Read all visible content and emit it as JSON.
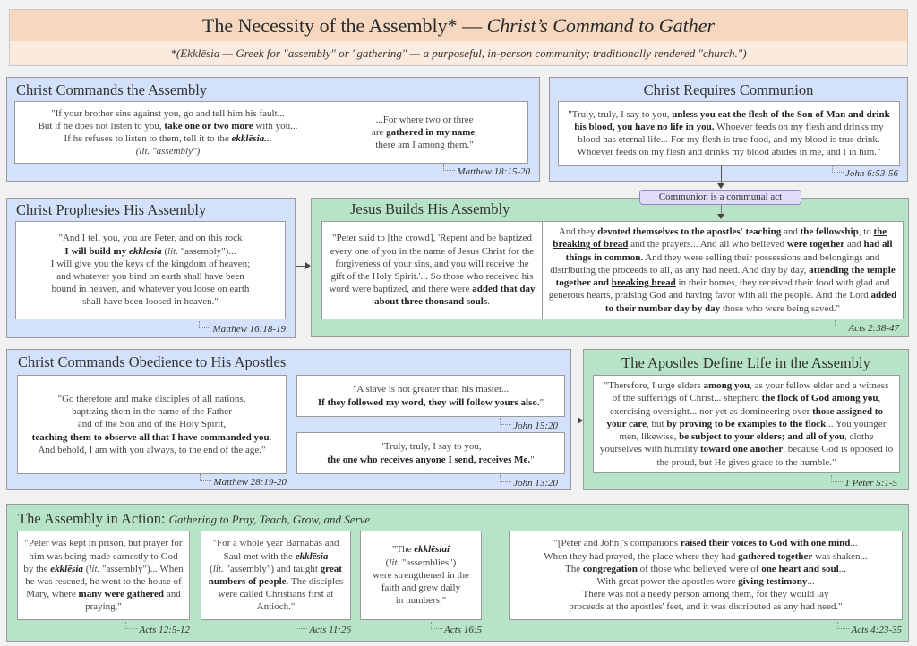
{
  "header": {
    "title_main": "The Necessity of the Assembly* — ",
    "title_italic": "Christ’s Command to Gather",
    "subtitle": "*(Ekklēsia — Greek for \"assembly\" or \"gathering\" — a purposeful, in-person community; traditionally rendered \"church.\")"
  },
  "colors": {
    "blue_panel": "#d3e2fa",
    "green_panel": "#b7e4c6",
    "header": "#f5d8bf",
    "pill": "#e2dbfa"
  },
  "panels": {
    "commands": {
      "title": "Christ Commands the Assembly",
      "quotes": [
        [
          [
            "\"If your brother sins against you, go and tell him his fault...\nBut if he does not listen to you, ",
            ""
          ],
          [
            "take one or two more",
            "b"
          ],
          [
            " with you...\nIf he refuses to listen to them, tell it to the ",
            ""
          ],
          [
            "ekklēsia...",
            "bi"
          ],
          [
            "\n",
            ""
          ],
          [
            "(lit. \"assembly\")",
            "i"
          ]
        ],
        [
          [
            "...For where two or three\nare ",
            ""
          ],
          [
            "gathered in my name",
            "b"
          ],
          [
            ",\nthere am I among them.\"",
            ""
          ]
        ]
      ],
      "citation": "Matthew 18:15-20"
    },
    "communion": {
      "title": "Christ Requires Communion",
      "quote": [
        [
          "\"Truly, truly, I say to you, ",
          ""
        ],
        [
          "unless you eat the flesh of the Son of Man and drink his blood, you have no life in you.",
          "b"
        ],
        [
          " Whoever feeds on my flesh and drinks my blood has eternal life... For my flesh is true food, and my blood is true drink. Whoever feeds on my flesh and drinks my blood abides in me, and I in him.\"",
          ""
        ]
      ],
      "citation": "John 6:53-56",
      "connector_label": "Communion is a communal act"
    },
    "prophesies": {
      "title": "Christ Prophesies His Assembly",
      "quote": [
        [
          "\"And I tell you, you are Peter, and on this rock\n",
          ""
        ],
        [
          "I will build my ",
          "b"
        ],
        [
          "ekklesia",
          "bi"
        ],
        [
          " (",
          ""
        ],
        [
          "lit.",
          "i"
        ],
        [
          " \"assembly\")...\nI will give you the keys of the kingdom of heaven;\nand whatever you bind on earth shall have been\nbound in heaven, and whatever you loose on earth\nshall have been loosed in heaven.\"",
          ""
        ]
      ],
      "citation": "Matthew 16:18-19"
    },
    "builds": {
      "title": "Jesus Builds His Assembly",
      "quotes": [
        [
          [
            "\"Peter said to [the crowd], 'Repent and be baptized every one of you in the name of Jesus Christ for the forgiveness of your sins, and you will receive the gift of the Holy Spirit.'... So those who received his word were baptized, and there were ",
            ""
          ],
          [
            "added that day about three thousand souls",
            "b"
          ],
          [
            ".",
            ""
          ]
        ],
        [
          [
            "And they ",
            ""
          ],
          [
            "devoted themselves to the apostles' teaching",
            "b"
          ],
          [
            " and ",
            ""
          ],
          [
            "the fellowship",
            "b"
          ],
          [
            ", to ",
            ""
          ],
          [
            "the breaking of bread",
            "bu"
          ],
          [
            " and the prayers... And all who believed ",
            ""
          ],
          [
            "were together",
            "b"
          ],
          [
            " and ",
            ""
          ],
          [
            "had all things in common.",
            "b"
          ],
          [
            " And they were selling their possessions and belongings and distributing the proceeds to all, as any had need. And day by day, ",
            ""
          ],
          [
            "attending the temple together and ",
            "b"
          ],
          [
            "breaking bread",
            "bu"
          ],
          [
            " in their homes, they received their food with glad and generous hearts, praising God and having favor with all the people. And the Lord ",
            ""
          ],
          [
            "added to their number day by day",
            "b"
          ],
          [
            " those who were being saved.\"",
            ""
          ]
        ]
      ],
      "citation": "Acts 2:38-47"
    },
    "obedience": {
      "title": "Christ Commands Obedience to His Apostles",
      "quotes": [
        {
          "text": [
            [
              "\"Go therefore and make disciples of all nations,\nbaptizing them in the name of the Father\nand of the Son and of the Holy Spirit,\n",
              ""
            ],
            [
              "teaching them to observe all that I have commanded you",
              "b"
            ],
            [
              ".\nAnd behold, I am with you always, to the end of the age.\"",
              ""
            ]
          ],
          "citation": "Matthew 28:19-20"
        },
        {
          "text": [
            [
              "\"A slave is not greater than his master...\n",
              ""
            ],
            [
              "If they followed my word, they will follow yours also.",
              "b"
            ],
            [
              "\"",
              ""
            ]
          ],
          "citation": "John 15:20"
        },
        {
          "text": [
            [
              "\"Truly, truly, I say to you,\n",
              ""
            ],
            [
              "the one who receives anyone I send, receives Me.",
              "b"
            ],
            [
              "\"",
              ""
            ]
          ],
          "citation": "John 13:20"
        }
      ]
    },
    "apostles_life": {
      "title": "The Apostles Define Life in the Assembly",
      "quote": [
        [
          "\"Therefore, I urge elders ",
          ""
        ],
        [
          "among you",
          "b"
        ],
        [
          ", as your fellow elder and a witness of the sufferings of Christ... shepherd ",
          ""
        ],
        [
          "the flock of God among you",
          "b"
        ],
        [
          ", exercising oversight... nor yet as domineering over ",
          ""
        ],
        [
          "those assigned to your care",
          "b"
        ],
        [
          ", but ",
          ""
        ],
        [
          "by proving to be examples  to the flock",
          "b"
        ],
        [
          "... You younger men, likewise, ",
          ""
        ],
        [
          "be subject to your elders; and all of you",
          "b"
        ],
        [
          ", clothe yourselves with humility ",
          ""
        ],
        [
          "toward one another",
          "b"
        ],
        [
          ", because God is opposed to the proud, but He gives grace to the humble.\"",
          ""
        ]
      ],
      "citation": "1 Peter 5:1-5"
    },
    "in_action": {
      "title": "The Assembly in Action: ",
      "subtitle": "Gathering to Pray, Teach, Grow, and Serve",
      "quotes": [
        {
          "text": [
            [
              "\"Peter was kept in prison, but prayer for him was being made earnestly to God by the ",
              ""
            ],
            [
              "ekklēsia",
              "bi"
            ],
            [
              " (",
              ""
            ],
            [
              "lit.",
              "i"
            ],
            [
              " \"assembly\")... When he was rescued, he went to the house of Mary, where ",
              ""
            ],
            [
              "many were gathered",
              "b"
            ],
            [
              " and praying.\"",
              ""
            ]
          ],
          "citation": "Acts 12:5-12"
        },
        {
          "text": [
            [
              "\"For a whole year Barnabas and Saul met with the ",
              ""
            ],
            [
              "ekklēsia",
              "bi"
            ],
            [
              "\n(",
              ""
            ],
            [
              "lit.",
              "i"
            ],
            [
              " \"assembly\") and taught ",
              ""
            ],
            [
              "great numbers of people",
              "b"
            ],
            [
              ". The disciples were called Christians first at Antioch.\"",
              ""
            ]
          ],
          "citation": "Acts 11:26"
        },
        {
          "text": [
            [
              "\"The ",
              ""
            ],
            [
              "ekklēsiai",
              "bi"
            ],
            [
              "\n(",
              ""
            ],
            [
              "lit.",
              "i"
            ],
            [
              " \"assemblies\")\nwere strengthened in the\nfaith and grew daily\nin numbers.\"",
              ""
            ]
          ],
          "citation": "Acts 16:5"
        },
        {
          "text": [
            [
              "\"[Peter and John]'s companions ",
              ""
            ],
            [
              "raised their voices to God with one mind",
              "b"
            ],
            [
              "...\nWhen they had prayed, the place where they had ",
              ""
            ],
            [
              "gathered together",
              "b"
            ],
            [
              " was shaken...\nThe ",
              ""
            ],
            [
              "congregation",
              "b"
            ],
            [
              " of those who believed were of ",
              ""
            ],
            [
              "one heart and soul",
              "b"
            ],
            [
              "...\nWith great power the apostles were ",
              ""
            ],
            [
              "giving testimony",
              "b"
            ],
            [
              "...\nThere was not a needy person among them, for they would lay\nproceeds at the apostles' feet, and it was distributed as any had need.\"",
              ""
            ]
          ],
          "citation": "Acts 4:23-35"
        }
      ]
    }
  }
}
